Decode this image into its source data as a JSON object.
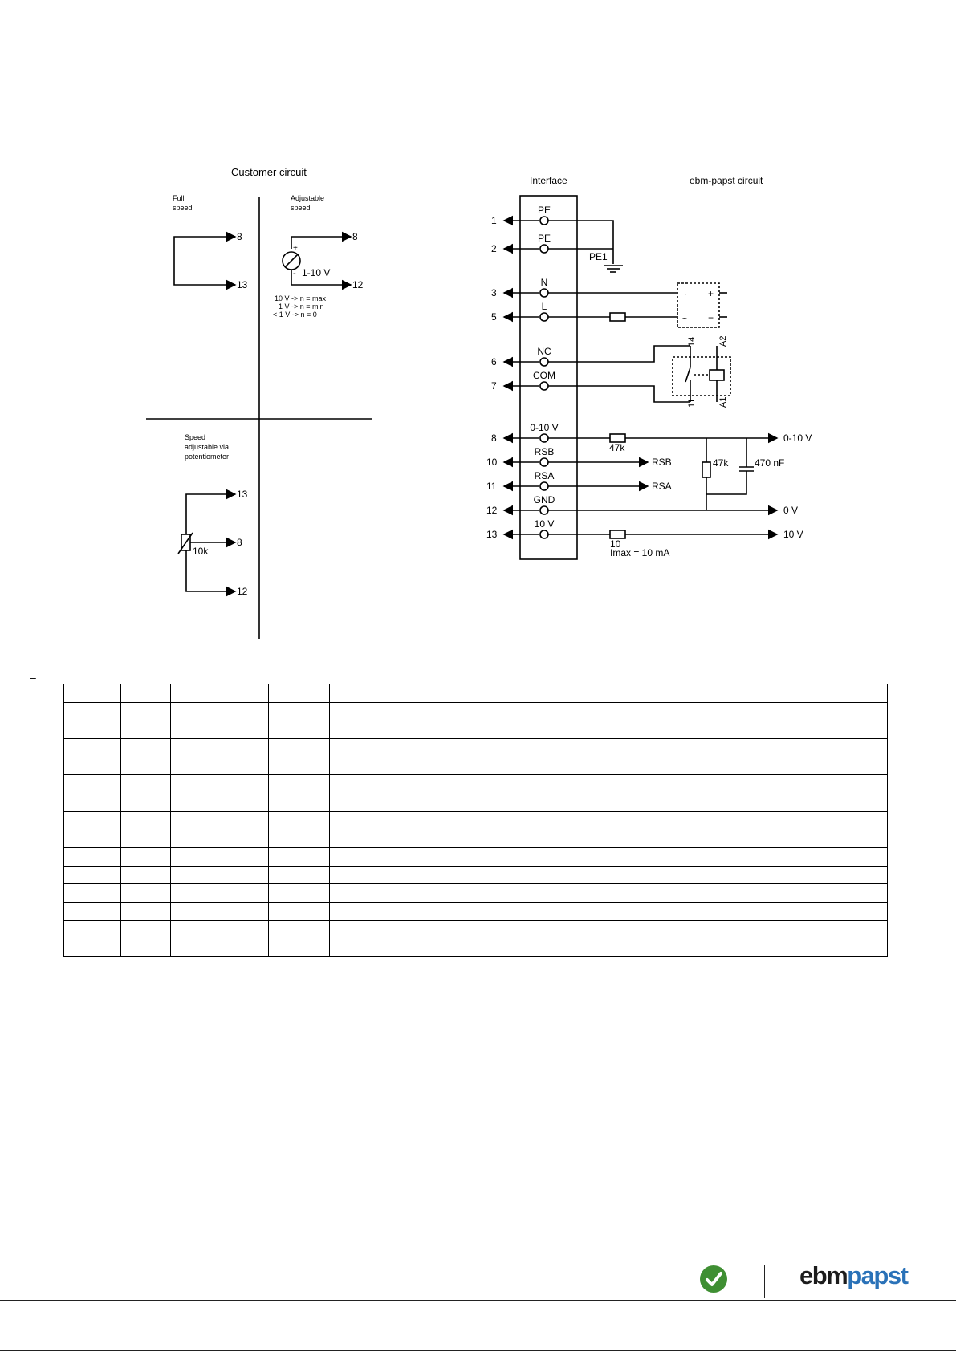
{
  "customer_circuit": {
    "title": "Customer circuit",
    "full_speed": [
      "Full",
      "speed"
    ],
    "adjustable_speed": [
      "Adjustable",
      "speed"
    ],
    "potentiometer": [
      "Speed",
      "adjustable via",
      "potentiometer"
    ],
    "plus": "+",
    "minus": "-",
    "voltage_range": "1-10 V",
    "notes": [
      "10 V -> n = max",
      "1 V -> n = min",
      "< 1 V -> n = 0"
    ],
    "pot_value": "10k",
    "t8": "8",
    "t12": "12",
    "t13": "13"
  },
  "interface": {
    "title": "Interface",
    "ebm_title": "ebm-papst circuit",
    "terminals": [
      {
        "num": "1",
        "label": "PE"
      },
      {
        "num": "2",
        "label": "PE"
      },
      {
        "num": "3",
        "label": "N"
      },
      {
        "num": "5",
        "label": "L"
      },
      {
        "num": "6",
        "label": "NC"
      },
      {
        "num": "7",
        "label": "COM"
      },
      {
        "num": "8",
        "label": "0-10 V"
      },
      {
        "num": "10",
        "label": "RSB"
      },
      {
        "num": "11",
        "label": "RSA"
      },
      {
        "num": "12",
        "label": "GND"
      },
      {
        "num": "13",
        "label": "10 V"
      }
    ],
    "pe1": "PE1",
    "relay": {
      "c14": "14",
      "c11": "11",
      "a1": "A1",
      "a2": "A2"
    },
    "rect_symbols": {
      "ac": "~",
      "plus": "+",
      "minus": "−"
    },
    "r1": "47k",
    "r2": "47k",
    "cap": "470 nF",
    "r3": "10",
    "imax": "Imax = 10 mA",
    "out_0_10": "0-10 V",
    "out_rsb": "RSB",
    "out_rsa": "RSA",
    "out_0v": "0 V",
    "out_10v": "10 V"
  },
  "section_dash": "–",
  "table": {
    "rows": 11,
    "cols": 5
  },
  "logo": {
    "ebm": "ebm",
    "papst": "papst",
    "accent": "#2a72b8",
    "badge_color": "#3f8f33"
  }
}
